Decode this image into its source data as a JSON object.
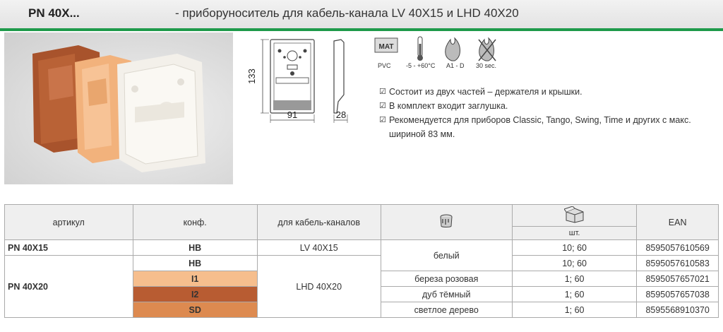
{
  "header": {
    "code": "PN 40X...",
    "subtitle": "- приборуноситель для кабель-канала LV 40X15 и LHD 40X20"
  },
  "drawing": {
    "height": "133",
    "width": "91",
    "depth": "28"
  },
  "icons": [
    {
      "name": "material-icon",
      "badge": "MAT",
      "label": "PVC"
    },
    {
      "name": "thermometer-icon",
      "label": "-5 - +60°C"
    },
    {
      "name": "flame-icon",
      "label": "A1 - D"
    },
    {
      "name": "crossed-flame-icon",
      "label": "30 sec."
    }
  ],
  "features": [
    "Состоит из двух частей – держателя и крышки.",
    "В комплект входит заглушка.",
    "Рекомендуется для приборов Classic, Tango, Swing, Time и других с макс. шириной 83 мм."
  ],
  "table": {
    "headers": {
      "article": "артикул",
      "config": "конф.",
      "channel": "для кабель-каналов",
      "color_icon": "paint-bucket-icon",
      "pack_icon": "box-icon",
      "pack_unit": "шт.",
      "ean": "EAN"
    },
    "rows": [
      {
        "article": "PN 40X15",
        "config": "HB",
        "channel": "LV 40X15",
        "color": "белый",
        "pack": "10; 60",
        "ean": "8595057610569"
      },
      {
        "article": "PN 40X20",
        "config": "HB",
        "channel": "LHD 40X20",
        "color": "белый",
        "pack": "10; 60",
        "ean": "8595057610583"
      },
      {
        "config": "I1",
        "color": "береза розовая",
        "pack": "1; 60",
        "ean": "8595057657021",
        "swatch": "#f6be8d"
      },
      {
        "config": "I2",
        "color": "дуб тёмный",
        "pack": "1; 60",
        "ean": "8595057657038",
        "swatch": "#b85c32"
      },
      {
        "config": "SD",
        "color": "светлое дерево",
        "pack": "1; 60",
        "ean": "8595568910370",
        "swatch": "#dd8a50"
      }
    ]
  },
  "colors": {
    "accent": "#1e9a4a",
    "header_bg": "#ececec"
  }
}
